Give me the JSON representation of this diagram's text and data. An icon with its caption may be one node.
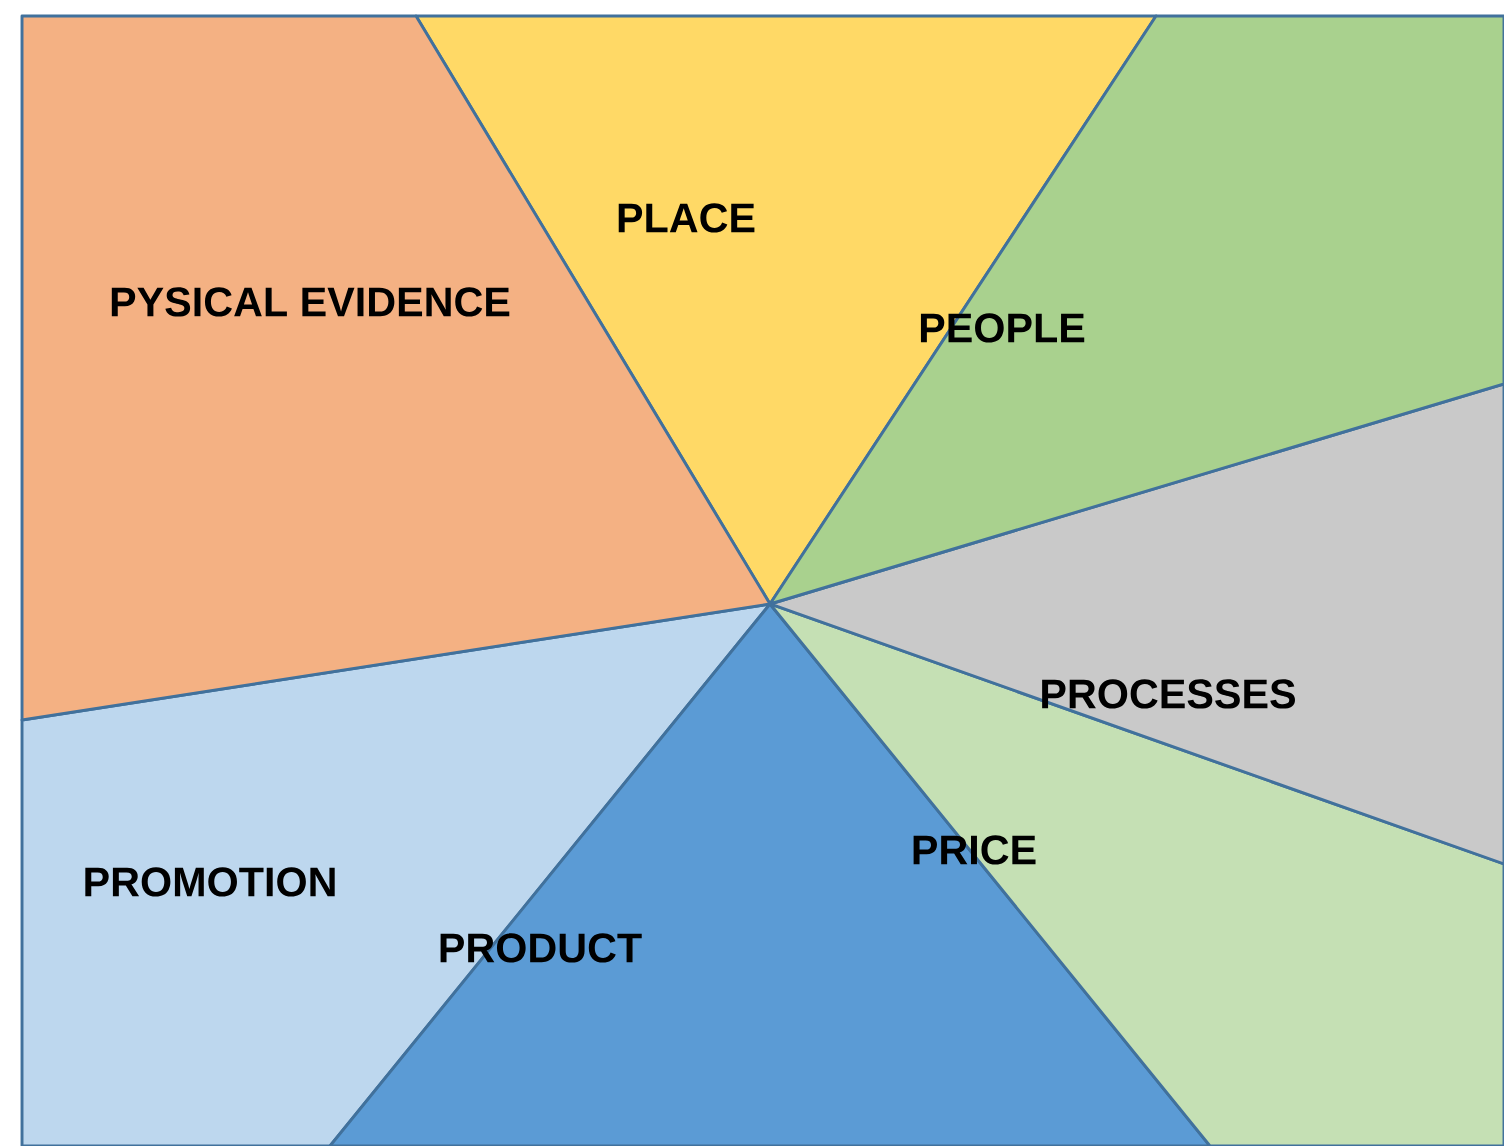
{
  "diagram": {
    "nodes": [
      {
        "text": [
          "PLACE"
        ]
      },
      {
        "text": [
          "PYSICAL EVIDENCE"
        ]
      },
      {
        "text": [
          "PEOPLE"
        ]
      },
      {
        "text": [
          "PROCESSES"
        ]
      },
      {
        "text": [
          "PRICE"
        ]
      },
      {
        "text": [
          "PROMOTION"
        ]
      },
      {
        "text": [
          "PRODUCT"
        ]
      }
    ]
  }
}
